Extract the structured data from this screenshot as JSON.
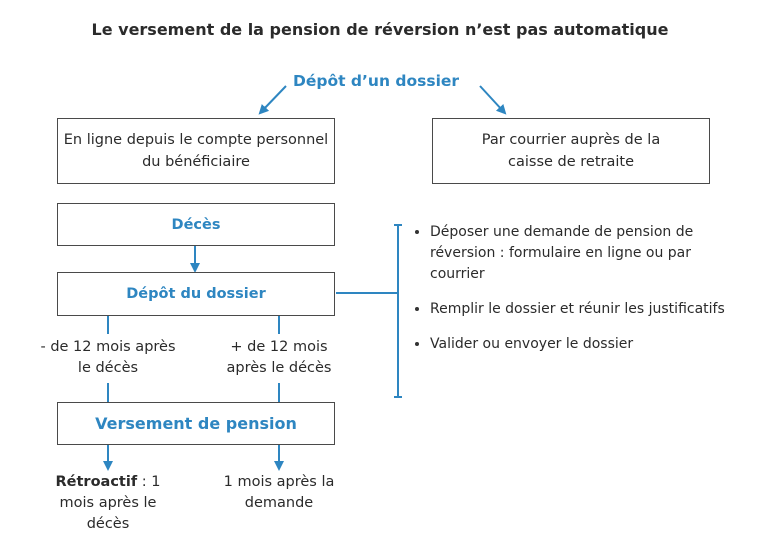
{
  "title": "Le versement de la pension de réversion n’est pas automatique",
  "top": {
    "heading": "Dépôt d’un dossier",
    "option_online": "En ligne depuis le compte personnel du bénéficiaire",
    "option_mail": "Par courrier auprès de la caisse de retraite"
  },
  "flow": {
    "deces": "Décès",
    "depot": "Dépôt du dossier",
    "versement": "Versement de pension",
    "branch_left": "- de 12 mois après le décès",
    "branch_right": "+ de 12 mois après le décès",
    "result_left_bold": "Rétroactif",
    "result_left_rest": " : 1 mois après le décès",
    "result_right": "1 mois après la demande"
  },
  "steps": [
    "Déposer une demande de pension de réversion : formulaire en ligne ou par courrier",
    "Remplir le dossier et réunir les justificatifs",
    "Valider ou envoyer le dossier"
  ],
  "colors": {
    "accent": "#2e86c1",
    "border": "#4a4a4a",
    "text": "#2b2b2b"
  }
}
